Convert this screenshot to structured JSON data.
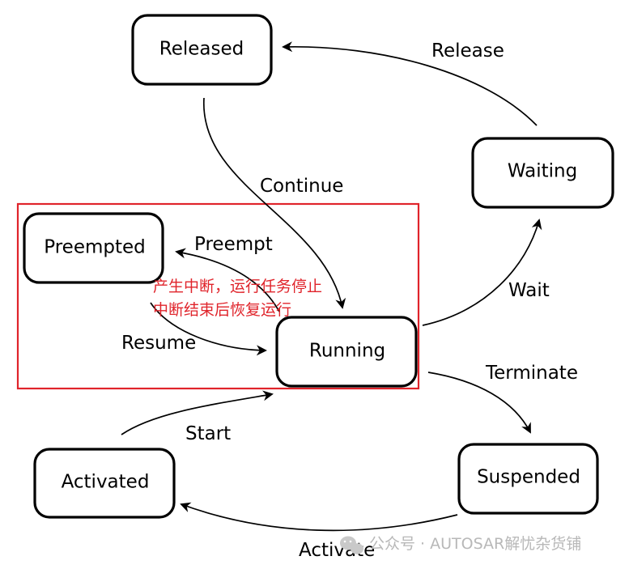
{
  "states": {
    "released": "Released",
    "waiting": "Waiting",
    "preempted": "Preempted",
    "running": "Running",
    "activated": "Activated",
    "suspended": "Suspended"
  },
  "transitions": {
    "release": "Release",
    "continue": "Continue",
    "preempt": "Preempt",
    "wait": "Wait",
    "resume": "Resume",
    "terminate": "Terminate",
    "start": "Start",
    "activate": "Activate"
  },
  "annotation": {
    "line1": "产生中断，运行任务停止",
    "line2": "中断结束后恢复运行",
    "color": "#e0242b"
  },
  "watermark": {
    "text": "公众号 · AUTOSAR解忧杂货铺",
    "color": "#b8b8b8"
  }
}
